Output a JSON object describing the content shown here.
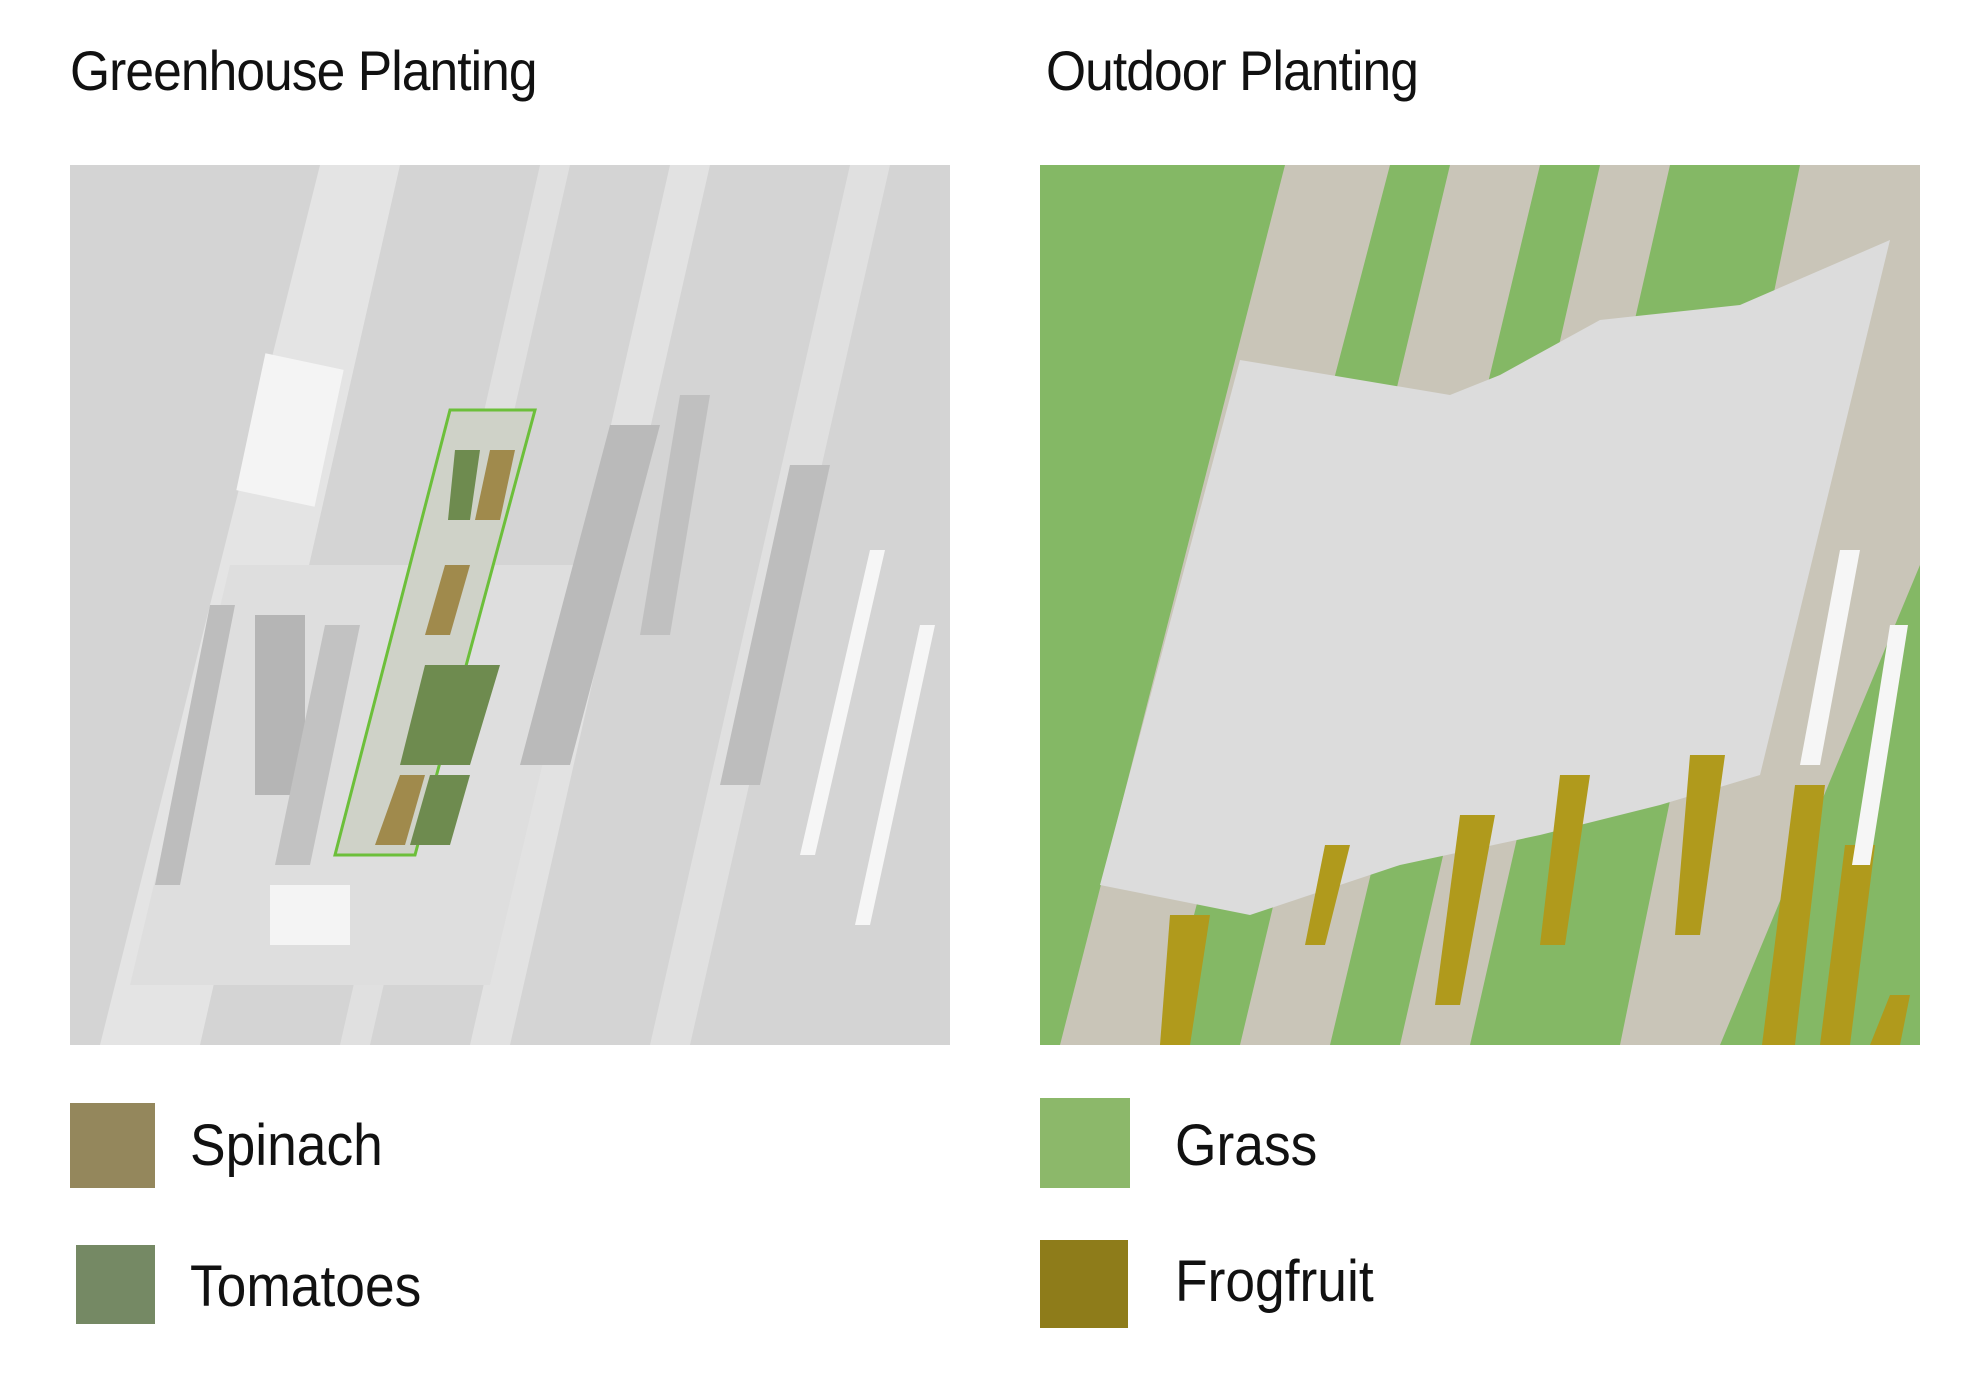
{
  "left_panel": {
    "title": "Greenhouse Planting",
    "legend": [
      {
        "label": "Spinach",
        "color": "#94875c"
      },
      {
        "label": "Tomatoes",
        "color": "#758964"
      }
    ]
  },
  "right_panel": {
    "title": "Outdoor Planting",
    "legend": [
      {
        "label": "Grass",
        "color": "#8cb86a"
      },
      {
        "label": "Frogfruit",
        "color": "#8e7c1a"
      }
    ]
  },
  "colors": {
    "plan_grey": "#d6d6d6",
    "building": "#e6e6e6",
    "grass": "#84b865",
    "path": "#c9c5b8",
    "frogfruit": "#b09a1c"
  }
}
